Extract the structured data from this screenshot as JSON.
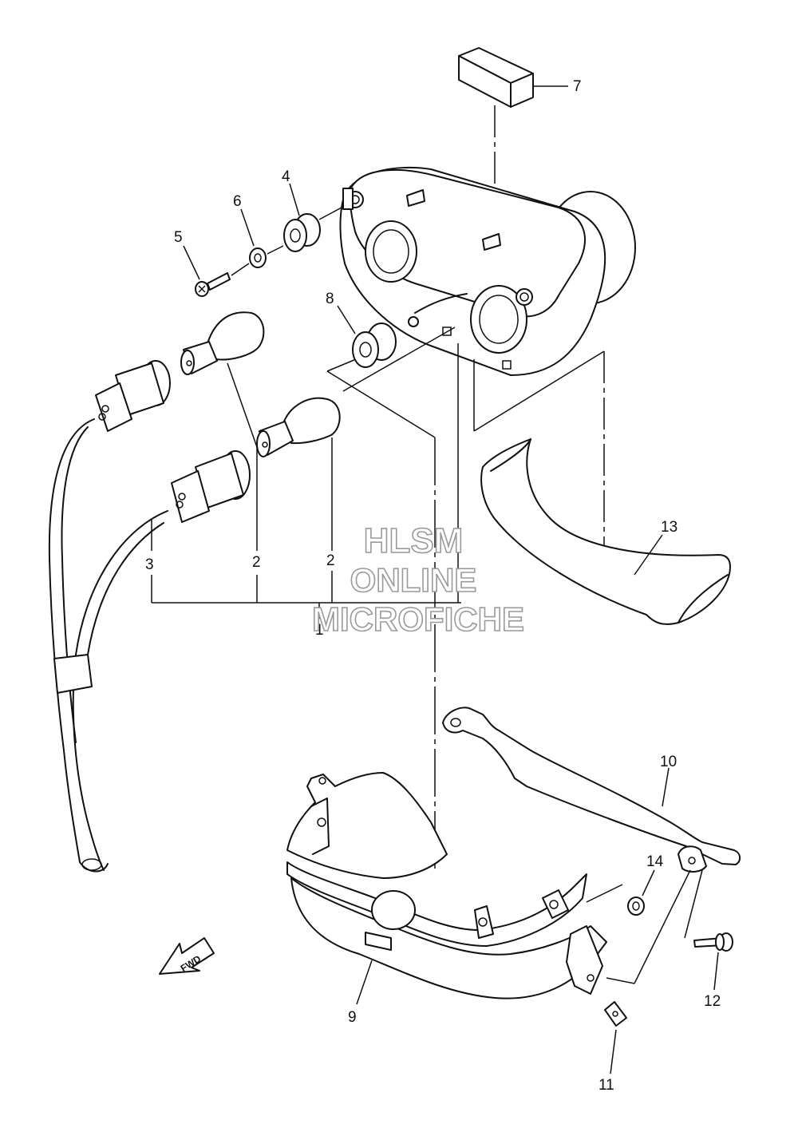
{
  "callouts": {
    "c1": "1",
    "c2a": "2",
    "c2b": "2",
    "c3": "3",
    "c4": "4",
    "c5": "5",
    "c6": "6",
    "c7": "7",
    "c8": "8",
    "c9": "9",
    "c10": "10",
    "c11": "11",
    "c12": "12",
    "c13": "13",
    "c14": "14"
  },
  "watermark": {
    "line1": "HLSM",
    "line2": "ONLINE",
    "line3": "MICROFICHE"
  },
  "direction_arrow": {
    "label": "FWD",
    "icon": "forward-arrow-icon"
  },
  "colors": {
    "line": "#111111",
    "watermark_outline": "#9a9a9a",
    "background": "#ffffff"
  }
}
